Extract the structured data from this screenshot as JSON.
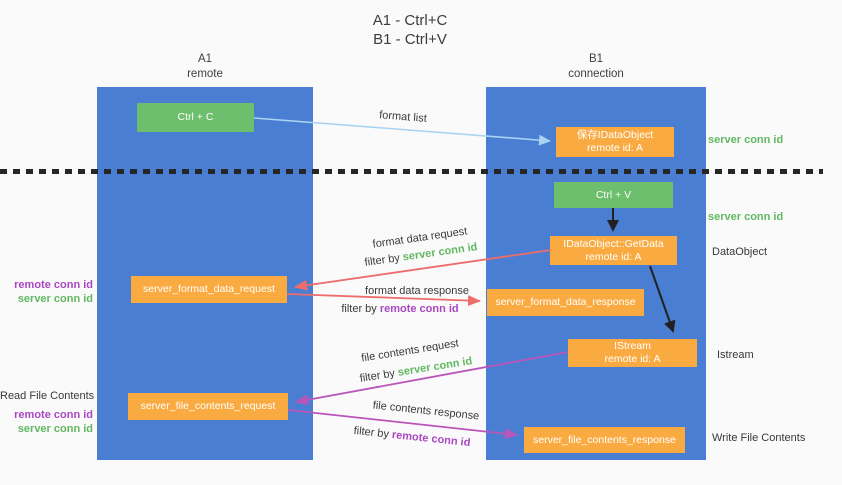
{
  "title": {
    "line1": "A1 - Ctrl+C",
    "line2": "B1 - Ctrl+V"
  },
  "columns": {
    "a1": {
      "name": "A1",
      "subtitle": "remote"
    },
    "b1": {
      "name": "B1",
      "subtitle": "connection"
    }
  },
  "nodes": {
    "ctrl_c": {
      "label": "Ctrl + C"
    },
    "save_idataobject": {
      "line1": "保存IDataObject",
      "line2": "remote id: A"
    },
    "ctrl_v": {
      "label": "Ctrl + V"
    },
    "idataobject_getdata": {
      "line1": "IDataObject::GetData",
      "line2": "remote id: A"
    },
    "server_format_data_request": {
      "label": "server_format_data_request"
    },
    "server_format_data_response": {
      "label": "server_format_data_response"
    },
    "istream": {
      "line1": "IStream",
      "line2": "remote id: A"
    },
    "server_file_contents_request": {
      "label": "server_file_contents_request"
    },
    "server_file_contents_response": {
      "label": "server_file_contents_response"
    }
  },
  "edge_labels": {
    "format_list": "format list",
    "format_data_request": "format data request",
    "format_data_response": "format data response",
    "file_contents_request": "file contents request",
    "file_contents_response": "file contents response",
    "filter_by": "filter by",
    "server_conn_id": "server conn id",
    "remote_conn_id": "remote conn id"
  },
  "side_labels": {
    "right_server_conn_id_top": "server conn id",
    "right_server_conn_id_mid": "server conn id",
    "right_dataobject": "DataObject",
    "right_istream": "Istream",
    "right_write_file_contents": "Write File Contents",
    "left_remote_conn_id_mid": "remote conn id",
    "left_server_conn_id_mid": "server conn id",
    "left_read_file_contents": "Read File Contents",
    "left_remote_conn_id_bot": "remote conn id",
    "left_server_conn_id_bot": "server conn id"
  },
  "colors": {
    "column_blue": "#4a7ed2",
    "box_green": "#6dbe6d",
    "box_orange": "#f9ab42",
    "arrow_light_blue": "#a9d3f0",
    "arrow_red": "#ed6c6c",
    "arrow_purple": "#ba55ba",
    "arrow_black": "#212121",
    "text_green": "#62b862",
    "text_purple": "#ab47c2",
    "text_dark": "#3a3a3a"
  }
}
